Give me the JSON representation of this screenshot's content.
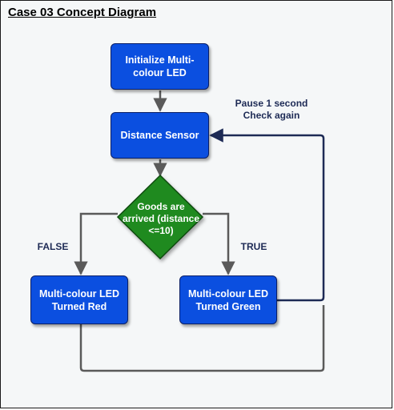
{
  "title": "Case 03 Concept Diagram",
  "nodes": {
    "init": "Initialize Multi-colour LED",
    "sensor": "Distance Sensor",
    "decision": "Goods are arrived (distance <=10)",
    "red": "Multi-colour LED Turned Red",
    "green": "Multi-colour LED Turned Green"
  },
  "labels": {
    "false": "FALSE",
    "true": "TRUE",
    "pause": "Pause 1 second",
    "check": "Check again"
  },
  "colors": {
    "box_fill": "#0b4fe0",
    "decision_fill": "#1f8a1f",
    "loop_line": "#1d2a55",
    "flow_line": "#5a5a5a"
  }
}
